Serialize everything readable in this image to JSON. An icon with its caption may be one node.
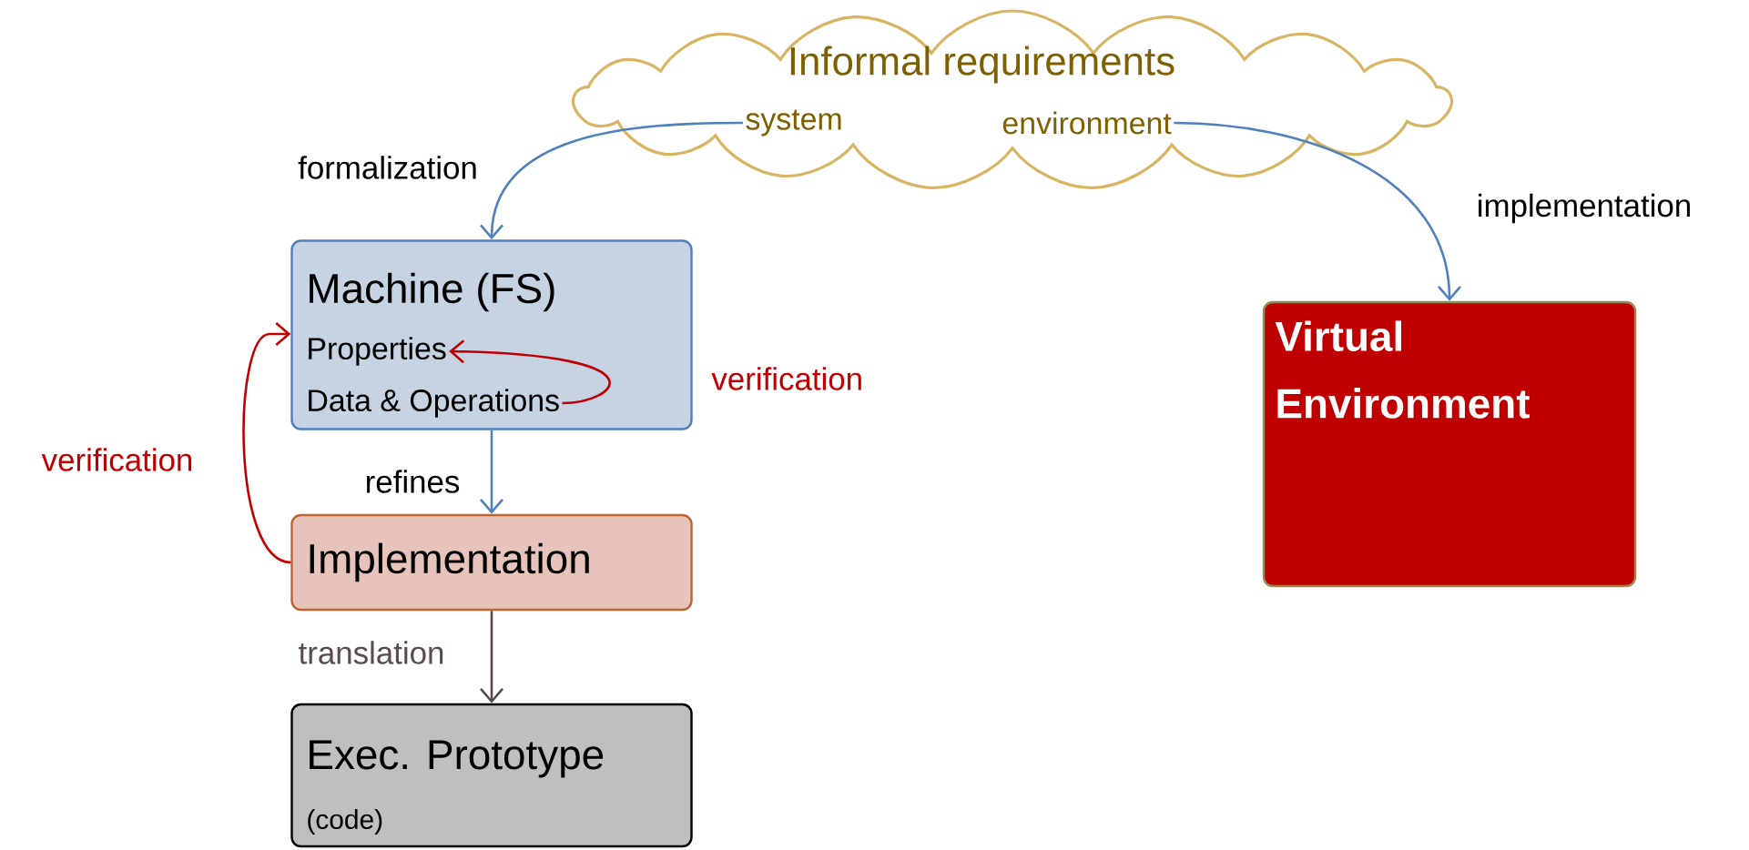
{
  "diagram": {
    "nodes": [
      {
        "text": [
          "Informal requirements"
        ]
      },
      {
        "text": [
          "system"
        ],
        "in": 0
      },
      {
        "text": [
          "environment"
        ],
        "in": 0
      },
      {
        "text": [
          "Machine (FS)"
        ]
      },
      {
        "text": [
          "Properties"
        ],
        "in": 3
      },
      {
        "text": [
          "Data & Operations"
        ],
        "in": 3
      },
      {
        "text": [
          "Implementation"
        ]
      },
      {
        "text": [
          "Exec. Prototype",
          "(code)"
        ]
      },
      {
        "text": [
          "Virtual Environment"
        ]
      }
    ],
    "edges": [
      {
        "from": 1,
        "to": 3,
        "arrow": "to",
        "label": "formalization"
      },
      {
        "from": 2,
        "to": 8,
        "arrow": "to",
        "label": "implementation"
      },
      {
        "from": 5,
        "to": 4,
        "arrow": "to",
        "label": "verification",
        "color": "#c00000"
      },
      {
        "from": 6,
        "to": 3,
        "arrow": "to",
        "label": "verification",
        "color": "#c00000"
      },
      {
        "from": 3,
        "to": 6,
        "arrow": "to",
        "label": "refines"
      },
      {
        "from": 6,
        "to": 7,
        "arrow": "to",
        "label": "translation",
        "color": "#5b4c4c"
      }
    ]
  }
}
